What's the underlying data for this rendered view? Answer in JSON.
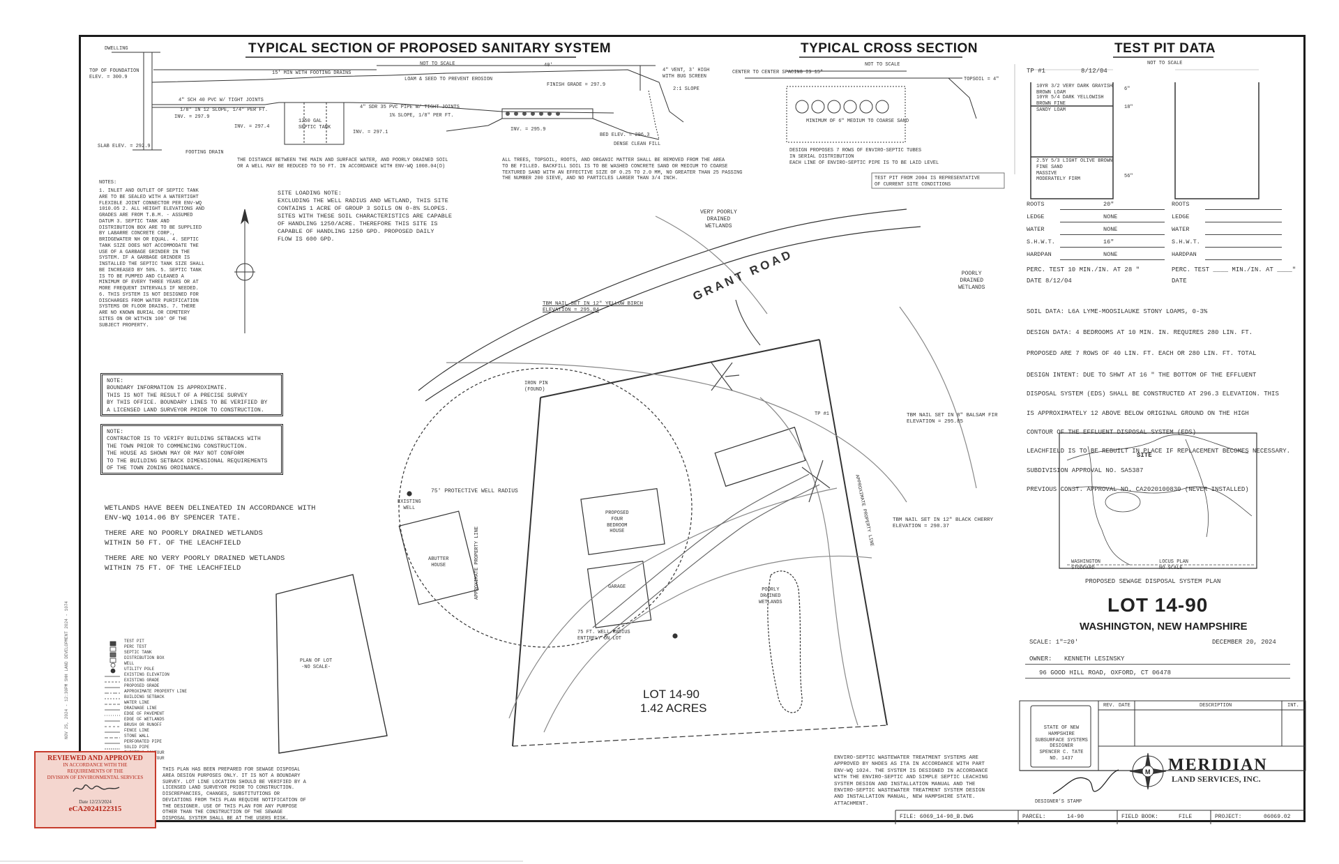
{
  "headers": {
    "sanitary": "TYPICAL SECTION OF PROPOSED SANITARY SYSTEM",
    "cross": "TYPICAL CROSS SECTION",
    "testpit": "TEST PIT DATA"
  },
  "sanitary_section": {
    "dwelling": "DWELLING",
    "top_foundation": "TOP OF FOUNDATION\nELEV. = 300.9",
    "min_footing": "15' MIN WITH FOOTING DRAINS",
    "not_to_scale": "NOT TO SCALE",
    "dim_40": "40'",
    "vent": "4\" VENT, 3' HIGH\nWITH BUG SCREEN",
    "slope21": "2:1 SLOPE",
    "loam": "LOAM & SEED TO PREVENT EROSION",
    "finish_grade": "FINISH GRADE = 297.9",
    "pipe1": "4\" SCH 40 PVC W/ TIGHT JOINTS",
    "pitch1": "1/8\" IN 12 SLOPE, 1/4\" PER FT.",
    "inv1": "INV. = 297.9",
    "inv2": "INV. = 297.4",
    "inv3": "INV. = 297.1",
    "pipe2": "4\" SDR 35 PVC PIPE W/ TIGHT JOINTS",
    "pitch2": "1% SLOPE, 1/8\" PER FT.",
    "tank": "1250 GAL\nSEPTIC TANK",
    "inv_bed": "INV. = 295.9",
    "bed_elev": "BED ELEV. = 296.3",
    "clean_fill": "DENSE CLEAN FILL",
    "slab": "SLAB ELEV. = 292.9",
    "footing": "FOOTING DRAIN",
    "distance_note": "THE DISTANCE BETWEEN THE MAIN AND SURFACE WATER, AND POORLY DRAINED SOIL\nOR A WELL MAY BE REDUCED TO 50 FT. IN ACCORDANCE WITH ENV-WQ 1008.04(D)",
    "fill_note": "ALL TREES, TOPSOIL, ROOTS, AND ORGANIC MATTER SHALL BE REMOVED FROM THE AREA\nTO BE FILLED. BACKFILL SOIL IS TO BE WASHED CONCRETE SAND OR MEDIUM TO COARSE\nTEXTURED SAND WITH AN EFFECTIVE SIZE OF 0.25 TO 2.0 MM, NO GREATER THAN 25 PASSING\nTHE NUMBER 200 SIEVE, AND NO PARTICLES LARGER THAN 3/4 INCH."
  },
  "cross_section": {
    "spacing": "CENTER TO CENTER SPACING IS 15\"",
    "not_to_scale": "NOT TO SCALE",
    "topsoil": "TOPSOIL = 4\"",
    "minimum": "MINIMUM OF 6\" MEDIUM TO COARSE SAND",
    "design": "DESIGN PROPOSES 7 ROWS OF ENVIRO-SEPTIC TUBES\nIN SERIAL DISTRIBUTION\nEACH LINE OF ENVIRO-SEPTIC PIPE IS TO BE LAID LEVEL",
    "test_pit_note": "TEST PIT FROM 2004 IS REPRESENTATIVE\nOF CURRENT SITE CONDITIONS"
  },
  "test_pit": {
    "tp": "TP #1",
    "date": "8/12/04",
    "not_to_scale": "NOT TO SCALE",
    "layer1": "10YR 3/2 VERY DARK GRAYISH\nBROWN LOAM",
    "layer2": "10YR 5/4 DARK YELLOWISH\nBROWN FINE\nSANDY LOAM",
    "layer3": "2.5Y 5/3 LIGHT OLIVE BROWN\nFINE SAND\nMASSIVE\nMODERATELY FIRM",
    "depth1": "6\"",
    "depth2": "18\"",
    "depth3": "56\"",
    "rows": [
      {
        "label": "ROOTS",
        "value": "20\""
      },
      {
        "label": "LEDGE",
        "value": "NONE"
      },
      {
        "label": "WATER",
        "value": "NONE"
      },
      {
        "label": "S.H.W.T.",
        "value": "16\""
      },
      {
        "label": "HARDPAN",
        "value": "NONE"
      }
    ],
    "rows2": [
      "ROOTS",
      "LEDGE",
      "WATER",
      "S.H.W.T.",
      "HARDPAN"
    ],
    "perc": "PERC. TEST  10  MIN./IN. AT  28 \"",
    "perc_date": "DATE   8/12/04",
    "perc2": "PERC. TEST ____ MIN./IN. AT ____\"",
    "date2": "DATE"
  },
  "design_data": {
    "soil": "SOIL DATA:        L6A LYME-MOOSILAUKE STONY LOAMS, 0-3%",
    "design": "DESIGN DATA:   4   BEDROOMS AT  10  MIN. IN. REQUIRES   280   LIN. FT.",
    "proposed": "PROPOSED ARE  7  ROWS OF  40  LIN. FT. EACH OR   280  LIN. FT. TOTAL",
    "intent1": "DESIGN INTENT: DUE TO  SHWT  AT  16  \" THE BOTTOM OF THE EFFLUENT",
    "intent2": "DISPOSAL SYSTEM (EDS) SHALL BE CONSTRUCTED AT  296.3 ELEVATION. THIS",
    "intent3": "IS APPROXIMATELY  12  ABOVE BELOW ORIGINAL GROUND ON THE HIGH",
    "intent4": "CONTOUR OF THE EFFLUENT DISPOSAL SYSTEM (EDS)",
    "rebuild": "LEACHFIELD IS TO BE REBUILT IN PLACE IF REPLACEMENT BECOMES NECESSARY.",
    "subdivision": "SUBDIVISION APPROVAL NO.  SA5387",
    "previous": "PREVIOUS CONST. APPROVAL NO.  CA2020100830  (NEVER INSTALLED)"
  },
  "locus": {
    "site": "SITE",
    "washington": "WASHINGTON\nSTODDARD",
    "locus_plan": "LOCUS PLAN\nNO SCALE",
    "caption": "PROPOSED SEWAGE DISPOSAL SYSTEM PLAN"
  },
  "title_block": {
    "lot": "LOT 14-90",
    "town": "WASHINGTON, NEW HAMPSHIRE",
    "scale": "SCALE: 1\"=20'",
    "date": "DECEMBER 20, 2024",
    "owner_label": "OWNER:",
    "owner": "KENNETH LESINSKY",
    "address": "96 GOOD HILL ROAD, OXFORD, CT 06478",
    "rev_cols": [
      "REV.",
      "DATE",
      "DESCRIPTION",
      "INT."
    ],
    "meridian": "MERIDIAN",
    "land_services": "LAND SERVICES, INC.",
    "designer": "DESIGNER'S STAMP",
    "file": "FILE: 6069_14-90_B.dwg",
    "parcel": "PARCEL:",
    "parcel_val": "14-90",
    "field_book": "FIELD BOOK:",
    "field_book_val": "FILE",
    "project": "PROJECT:",
    "project_val": "06069.02",
    "seal": "STATE OF NEW HAMPSHIRE\nSUBSURFACE SYSTEMS DESIGNER\nSPENCER C. TATE\nNo. 1437"
  },
  "notes": {
    "title": "NOTES:",
    "list": "1. INLET AND OUTLET OF SEPTIC TANK ARE TO BE SEALED WITH A WATERTIGHT FLEXIBLE JOINT CONNECTOR PER ENV-WQ 1010.05\n\n2. ALL HEIGHT ELEVATIONS AND GRADES ARE FROM T.B.M. - ASSUMED DATUM\n\n3. SEPTIC TANK AND DISTRIBUTION BOX ARE TO BE SUPPLIED BY LABARRE CONCRETE CORP., BRIDGEWATER NH OR EQUAL.\n\n4. SEPTIC TANK SIZE DOES NOT ACCOMMODATE THE USE OF A GARBAGE GRINDER IN THE SYSTEM. IF A GARBAGE GRINDER IS INSTALLED THE SEPTIC TANK SIZE SHALL BE INCREASED BY 50%.\n\n5. SEPTIC TANK IS TO BE PUMPED AND CLEANED A MINIMUM OF EVERY THREE YEARS OR AT MORE FREQUENT INTERVALS IF NEEDED.\n\n6. THIS SYSTEM IS NOT DESIGNED FOR DISCHARGES FROM WATER PURIFICATION SYSTEMS OR FLOOR DRAINS.\n\n7. THERE ARE NO KNOWN BURIAL OR CEMETERY SITES ON OR WITHIN 100' OF THE SUBJECT PROPERTY.",
    "site_loading": "SITE LOADING NOTE:\nEXCLUDING THE WELL RADIUS AND WETLAND, THIS SITE\nCONTAINS 1 ACRE OF GROUP 3 SOILS ON 0-8% SLOPES.\nSITES WITH THESE SOIL CHARACTERISTICS ARE CAPABLE\nOF HANDLING 1250/ACRE. THEREFORE THIS SITE IS\nCAPABLE OF HANDLING 1250 GPD. PROPOSED DAILY\nFLOW IS 600 GPD.",
    "boundary": "NOTE:\nBOUNDARY INFORMATION IS APPROXIMATE.\nTHIS IS NOT THE RESULT OF A PRECISE SURVEY\nBY THIS OFFICE. BOUNDARY LINES TO BE VERIFIED BY\nA LICENSED LAND SURVEYOR PRIOR TO CONSTRUCTION.",
    "contractor": "NOTE:\nCONTRACTOR IS TO VERIFY BUILDING SETBACKS WITH\nTHE TOWN PRIOR TO COMMENCING CONSTRUCTION.\nTHE HOUSE AS SHOWN MAY OR MAY NOT CONFORM\nTO THE BUILDING SETBACK DIMENSIONAL REQUIREMENTS\nOF THE TOWN ZONING ORDINANCE.",
    "wetlands1": "WETLANDS HAVE BEEN DELINEATED IN ACCORDANCE WITH\nENV-WQ 1014.06 BY SPENCER TATE.",
    "wetlands2": "THERE ARE NO POORLY DRAINED WETLANDS\nWITHIN 50 FT. OF THE LEACHFIELD",
    "wetlands3": "THERE ARE NO VERY POORLY DRAINED WETLANDS\nWITHIN 75 FT. OF THE LEACHFIELD",
    "enviro": "ENVIRO-SEPTIC WASTEWATER TREATMENT SYSTEMS ARE\nAPPROVED BY NHDES AS ITA IN ACCORDANCE WITH PART\nENV-WQ 1024. THE SYSTEM IS DESIGNED IN ACCORDANCE\nWITH THE ENVIRO-SEPTIC AND SIMPLE SEPTIC LEACHING\nSYSTEM DESIGN AND INSTALLATION MANUAL AND THE\nENVIRO-SEPTIC WASTEWATER TREATMENT SYSTEM DESIGN\nAND INSTALLATION MANUAL, NEW HAMPSHIRE STATE.\nATTACHMENT.",
    "plan_prepared": "THIS PLAN HAS BEEN PREPARED FOR SEWAGE DISPOSAL\nAREA DESIGN PURPOSES ONLY. IT IS NOT A BOUNDARY\nSURVEY. LOT LINE LOCATION SHOULD BE VERIFIED BY A\nLICENSED LAND SURVEYOR PRIOR TO CONSTRUCTION.\nDISCREPANCIES, CHANGES, SUBSTITUTIONS OR\nDEVIATIONS FROM THIS PLAN REQUIRE NOTIFICATION OF\nTHE DESIGNER. USE OF THIS PLAN FOR ANY PURPOSE\nOTHER THAN THE CONSTRUCTION OF THE SEWAGE\nDISPOSAL SYSTEM SHALL BE AT THE USERS RISK."
  },
  "legend": {
    "items": [
      "TEST PIT",
      "PERC TEST",
      "SEPTIC TANK",
      "DISTRIBUTION BOX",
      "WELL",
      "UTILITY POLE",
      "EXISTING ELEVATION",
      "EXISTING GRADE",
      "PROPOSED GRADE",
      "APPROXIMATE PROPERTY LINE",
      "BUILDING SETBACK",
      "WATER LINE",
      "DRAINAGE LINE",
      "EDGE OF PAVEMENT",
      "EDGE OF WETLANDS",
      "BRUSH OR RUNOFF",
      "FENCE LINE",
      "STONE WALL",
      "PERFORATED PIPE",
      "SOLID PIPE",
      "EXISTING CONTOUR",
      "PROPOSED CONTOUR"
    ]
  },
  "plan_labels": {
    "grant_road": "GRANT ROAD",
    "very_poorly": "VERY POORLY\nDRAINED\nWETLANDS",
    "poorly_drained": "POORLY\nDRAINED\nWETLANDS",
    "poorly_drained2": "POORLY\nDRAINED\nWETLANDS",
    "tbm1": "TBM NAIL SET IN 12\" YELLOW BIRCH\nELEVATION = 295.84",
    "tbm2": "TBM NAIL SET IN 8\" BALSAM FIR\nELEVATION = 295.85",
    "tbm3": "TBM NAIL SET IN 12\" BLACK CHERRY\nELEVATION = 298.37",
    "iron_pin": "IRON PIN\n(FOUND)",
    "well_radius": "75' PROTECTIVE WELL RADIUS",
    "existing_well": "EXISTING\nWELL",
    "abutter": "ABUTTER\nHOUSE",
    "house": "PROPOSED\nFOUR\nBEDROOM\nHOUSE",
    "garage": "GARAGE",
    "well_radius2": "75 FT. WELL RADIUS\nENTIRELY ON LOT",
    "lot": "LOT 14-90",
    "acres": "1.42 ACRES",
    "plan_of_lot": "PLAN OF LOT\n-NO SCALE-",
    "approx_line": "APPROXIMATE PROPERTY LINE",
    "approx_line2": "APPROXIMATE PROPERTY LINE",
    "tp_label": "TP #1",
    "side_margin": "Nov 25, 2024 - 12:30pm  SHH  Land Development 2024 - 1074"
  },
  "stamp": {
    "line1": "REVIEWED AND APPROVED",
    "line2": "IN ACCORDANCE WITH THE\nREQUIREMENTS OF THE\nDIVISION OF ENVIRONMENTAL SERVICES",
    "date": "Date 12/23/2024",
    "number": "eCA2024122315"
  },
  "colors": {
    "ink": "#1b1b1b",
    "stamp_red": "#c63b2c",
    "stamp_fill": "#f4d6cf"
  }
}
